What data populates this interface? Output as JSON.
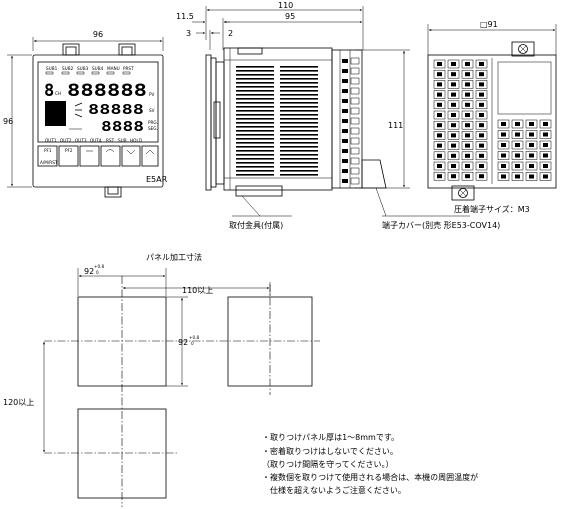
{
  "front_view": {
    "width_dim": "96",
    "height_dim": "96",
    "panel_name": "E5AR",
    "status_labels": [
      "SUB1",
      "SUB2",
      "SUB3",
      "SUB4",
      "MANU",
      "PRST"
    ],
    "ch_digit": "8",
    "ch_label": "CH",
    "pv_digits": "888888",
    "pv_label": "PV",
    "sv_digits": "88888",
    "sv_label": "SV",
    "mv_digits": "8888",
    "prg_label": "PRG.",
    "seg_label": "SEG.",
    "output_labels": [
      "OUT1",
      "OUT2",
      "OUT3",
      "OUT4",
      "RST",
      "SUB",
      "HOLD"
    ],
    "keys": [
      "PF1",
      "PF2",
      "",
      "",
      "",
      ""
    ],
    "key_sublabel": "A/M/RST"
  },
  "side_view": {
    "dim_110": "110",
    "dim_11_5": "11.5",
    "dim_95": "95",
    "dim_3": "3",
    "dim_2": "2",
    "dim_111": "111",
    "label_bracket": "取付金具(付属)",
    "label_cover": "端子カバー(別売  形E53-COV14)"
  },
  "rear_view": {
    "dim_91": "□91",
    "screw_label": "圧着端子サイズ：M3"
  },
  "panel_cutout": {
    "title": "パネル加工寸法",
    "dim_92_h": "92",
    "dim_92_v": "92",
    "tol_plus": "+0.8",
    "tol_zero": "0",
    "dim_110": "110以上",
    "dim_120": "120以上"
  },
  "notes": [
    "・取りつけパネル厚は1～8mmです。",
    "・密着取りつけはしないでください。",
    "（取りつけ間隔を守ってください。）",
    "・複数個を取りつけて使用される場合は、本機の周囲温度が",
    "仕様を超えないようご注意ください。"
  ]
}
